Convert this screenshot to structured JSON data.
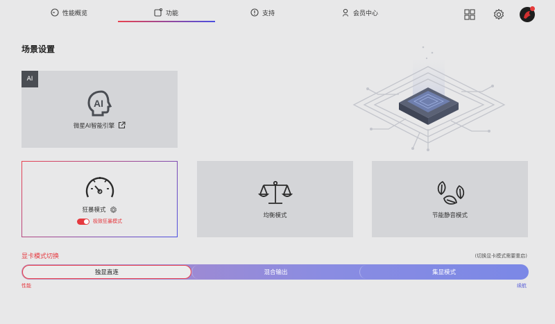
{
  "nav": {
    "tabs": [
      {
        "label": "性能概览",
        "icon": "dashboard-icon"
      },
      {
        "label": "功能",
        "icon": "feature-icon"
      },
      {
        "label": "支持",
        "icon": "info-icon"
      },
      {
        "label": "会员中心",
        "icon": "user-icon"
      }
    ],
    "active_tab": "功能",
    "right_icons": [
      "grid-icon",
      "settings-gear-icon",
      "avatar"
    ]
  },
  "section": {
    "title": "场景设置"
  },
  "ai_card": {
    "badge": "AI",
    "label": "微星AI智能引擎",
    "icon": "ai-head-icon",
    "link_icon": "external-link-icon"
  },
  "modes": [
    {
      "label": "狂暴模式",
      "icon": "speedometer-icon",
      "selected": true,
      "toggle_label": "极致狂暴模式",
      "toggle_on": true
    },
    {
      "label": "均衡模式",
      "icon": "balance-scale-icon",
      "selected": false
    },
    {
      "label": "节能静音模式",
      "icon": "leaf-icon",
      "selected": false
    }
  ],
  "gpu_switch": {
    "title": "显卡模式切换",
    "note": "(切换显卡模式需要重启)",
    "options": [
      "独显直连",
      "混合输出",
      "集显模式"
    ],
    "selected": "独显直连",
    "left_end": "性能",
    "right_end": "续航"
  },
  "colors": {
    "accent_red": "#e5393f",
    "accent_blue": "#4a4ee0",
    "card_bg": "#d4d5d8",
    "page_bg": "#e8e8e9"
  }
}
